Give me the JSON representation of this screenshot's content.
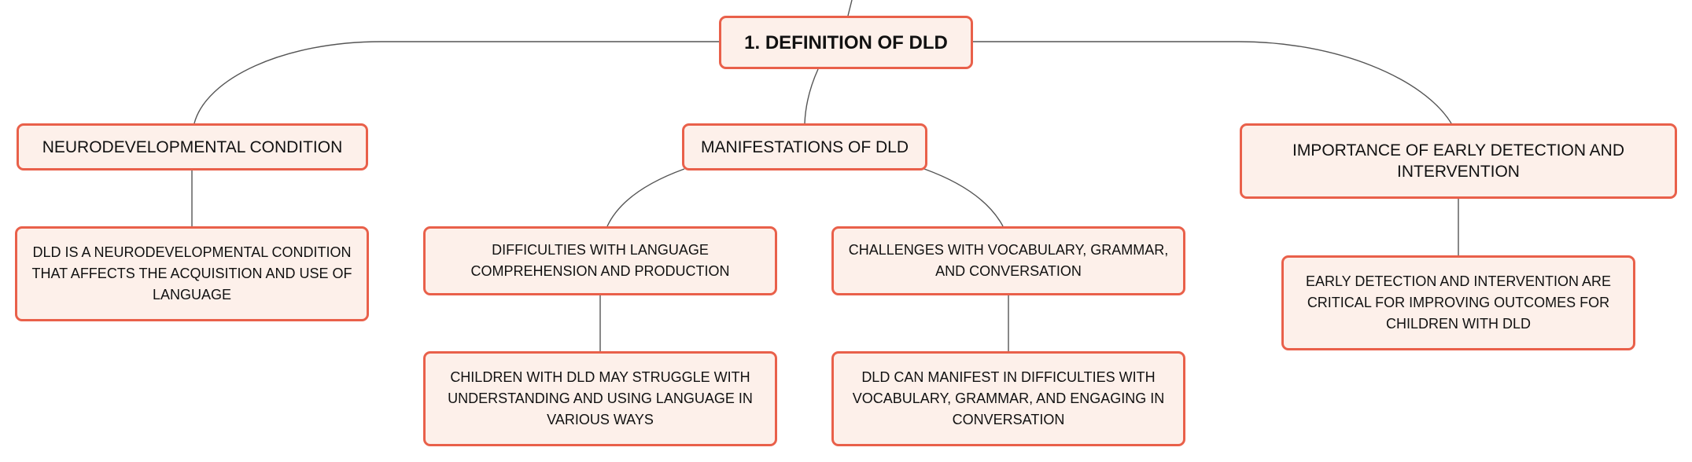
{
  "diagram": {
    "root": {
      "label": "1. DEFINITION OF DLD"
    },
    "branches": [
      {
        "label": "NEURODEVELOPMENTAL CONDITION",
        "children": [
          {
            "label": "DLD IS A NEURODEVELOPMENTAL CONDITION THAT AFFECTS THE ACQUISITION AND USE OF LANGUAGE"
          }
        ]
      },
      {
        "label": "MANIFESTATIONS OF DLD",
        "children": [
          {
            "label": "DIFFICULTIES WITH LANGUAGE COMPREHENSION AND PRODUCTION",
            "children": [
              {
                "label": "CHILDREN WITH DLD MAY STRUGGLE WITH UNDERSTANDING AND USING LANGUAGE IN VARIOUS WAYS"
              }
            ]
          },
          {
            "label": "CHALLENGES WITH VOCABULARY, GRAMMAR, AND CONVERSATION",
            "children": [
              {
                "label": "DLD CAN MANIFEST IN DIFFICULTIES WITH VOCABULARY, GRAMMAR, AND ENGAGING IN CONVERSATION"
              }
            ]
          }
        ]
      },
      {
        "label": "IMPORTANCE OF EARLY DETECTION AND INTERVENTION",
        "children": [
          {
            "label": "EARLY DETECTION AND INTERVENTION ARE CRITICAL FOR IMPROVING OUTCOMES FOR CHILDREN WITH DLD"
          }
        ]
      }
    ]
  },
  "colors": {
    "node_fill": "#fdf0ea",
    "node_border": "#e9604a",
    "connector": "#555555",
    "text": "#111111"
  }
}
